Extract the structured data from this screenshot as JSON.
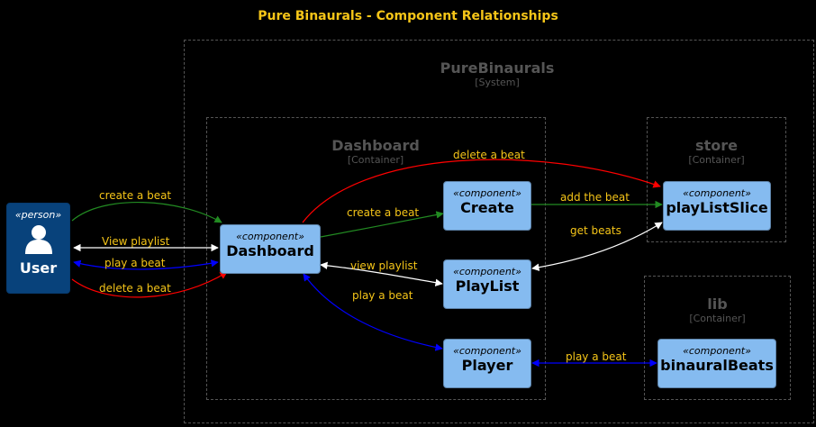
{
  "title": "Pure Binaurals - Component Relationships",
  "colors": {
    "background": "#000000",
    "component": "#85bbf0",
    "person": "#08427b",
    "label": "#f5c518",
    "boundary": "#555555"
  },
  "boundaries": {
    "system": {
      "name": "PureBinaurals",
      "type": "[System]"
    },
    "dashboard": {
      "name": "Dashboard",
      "type": "[Container]"
    },
    "store": {
      "name": "store",
      "type": "[Container]"
    },
    "lib": {
      "name": "lib",
      "type": "[Container]"
    }
  },
  "person": {
    "stereotype": "«person»",
    "name": "User",
    "icon": "user-icon"
  },
  "components": {
    "dashboard": {
      "stereotype": "«component»",
      "name": "Dashboard"
    },
    "create": {
      "stereotype": "«component»",
      "name": "Create"
    },
    "playlist": {
      "stereotype": "«component»",
      "name": "PlayList"
    },
    "player": {
      "stereotype": "«component»",
      "name": "Player"
    },
    "playListSlice": {
      "stereotype": "«component»",
      "name": "playListSlice"
    },
    "binauralBeats": {
      "stereotype": "«component»",
      "name": "binauralBeats"
    }
  },
  "relations": {
    "user_create": {
      "label": "create a beat",
      "color": "#228b22"
    },
    "user_view": {
      "label": "View playlist",
      "color": "#ffffff"
    },
    "user_play": {
      "label": "play a beat",
      "color": "#0000ff"
    },
    "user_delete": {
      "label": "delete a beat",
      "color": "#ff0000"
    },
    "dash_delete": {
      "label": "delete a beat",
      "color": "#ff0000"
    },
    "dash_create": {
      "label": "create a beat",
      "color": "#228b22"
    },
    "dash_view": {
      "label": "view playlist",
      "color": "#ffffff"
    },
    "dash_play": {
      "label": "play a beat",
      "color": "#0000ff"
    },
    "create_add": {
      "label": "add the beat",
      "color": "#228b22"
    },
    "slice_get": {
      "label": "get beats",
      "color": "#ffffff"
    },
    "player_play": {
      "label": "play a beat",
      "color": "#0000ff"
    }
  }
}
